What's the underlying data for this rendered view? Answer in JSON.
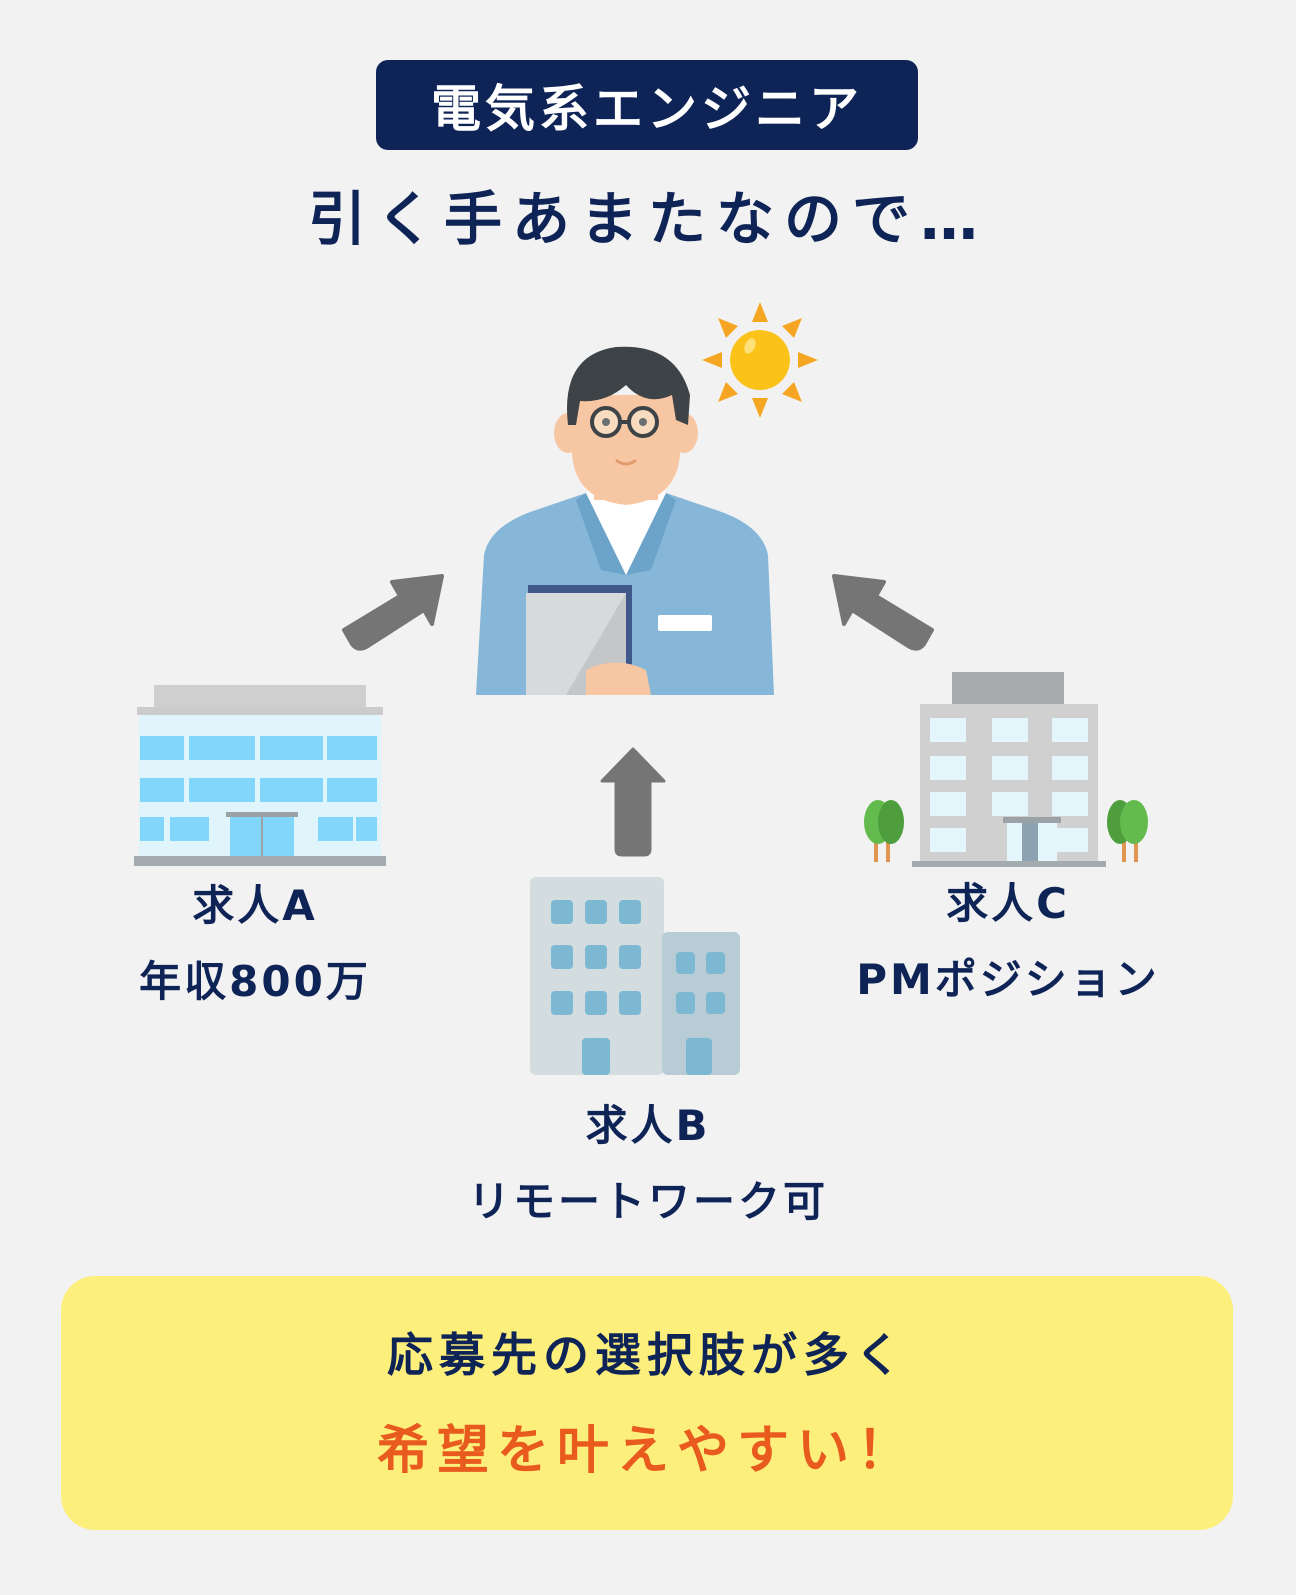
{
  "badge": {
    "text": "電気系エンジニア",
    "bg_color": "#0f2456",
    "text_color": "#ffffff"
  },
  "headline": {
    "text": "引く手あまたなので…",
    "color": "#0f2456"
  },
  "center": {
    "figure": "engineer-person",
    "accent_icon": "sun-icon"
  },
  "jobs": [
    {
      "title": "求人A",
      "detail": "年収800万",
      "icon": "office-building-icon"
    },
    {
      "title": "求人B",
      "detail": "リモートワーク可",
      "icon": "office-buildings-icon"
    },
    {
      "title": "求人C",
      "detail": "PMポジション",
      "icon": "office-tower-with-trees-icon"
    }
  ],
  "arrows": [
    "arrow-up-right-icon",
    "arrow-up-icon",
    "arrow-up-left-icon"
  ],
  "summary": {
    "line1": "応募先の選択肢が多く",
    "line2": "希望を叶えやすい！",
    "bg_color": "#fdef7c",
    "line1_color": "#0f2456",
    "line2_color": "#e85a1e"
  }
}
